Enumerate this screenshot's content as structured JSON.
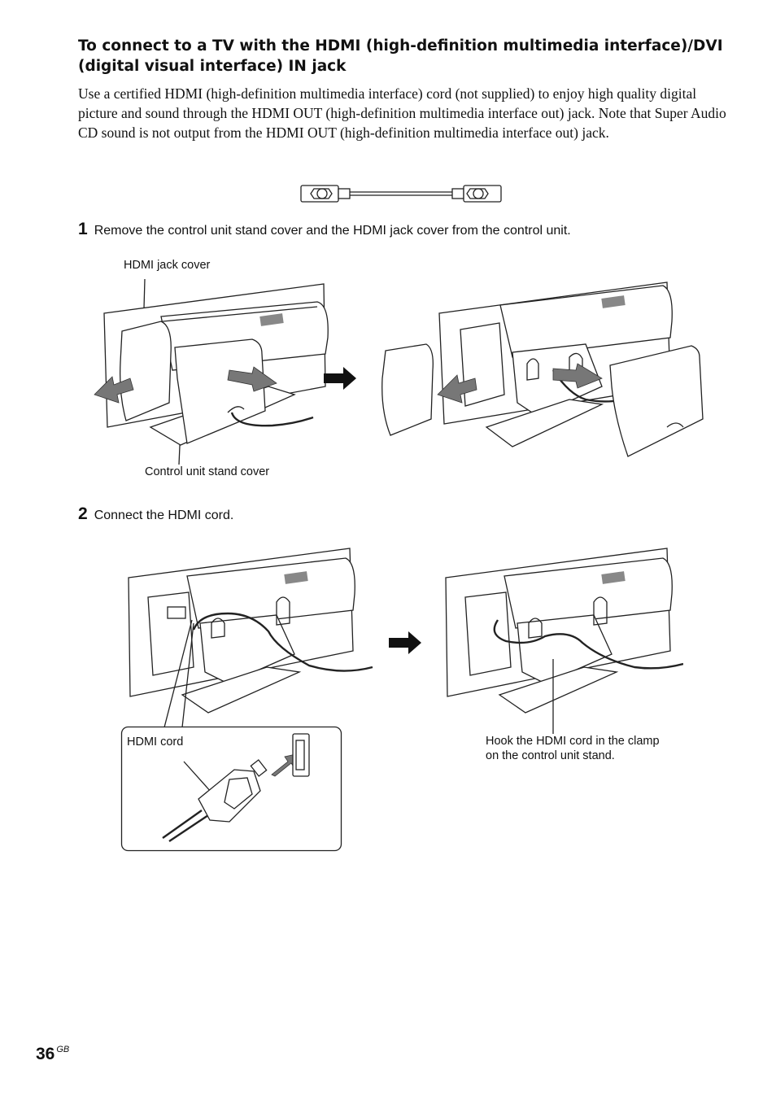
{
  "heading": "To connect to a TV with the HDMI (high-definition multimedia interface)/DVI (digital visual interface) IN jack",
  "intro": "Use a certified HDMI (high-definition multimedia interface) cord (not supplied) to enjoy high quality digital picture and sound through the HDMI OUT (high-definition multimedia interface out) jack. Note that Super Audio CD sound is not output from the HDMI OUT (high-definition multimedia interface out) jack.",
  "steps": [
    {
      "number": "1",
      "text": "Remove the control unit stand cover and the HDMI jack cover from the control unit."
    },
    {
      "number": "2",
      "text": "Connect the HDMI cord."
    }
  ],
  "labels": {
    "hdmi_jack_cover": "HDMI jack cover",
    "control_unit_stand_cover": "Control unit stand cover",
    "hdmi_cord": "HDMI cord",
    "hook_line1": "Hook the HDMI cord in the clamp",
    "hook_line2": "on the control unit stand."
  },
  "page": {
    "number": "36",
    "suffix": "GB"
  }
}
